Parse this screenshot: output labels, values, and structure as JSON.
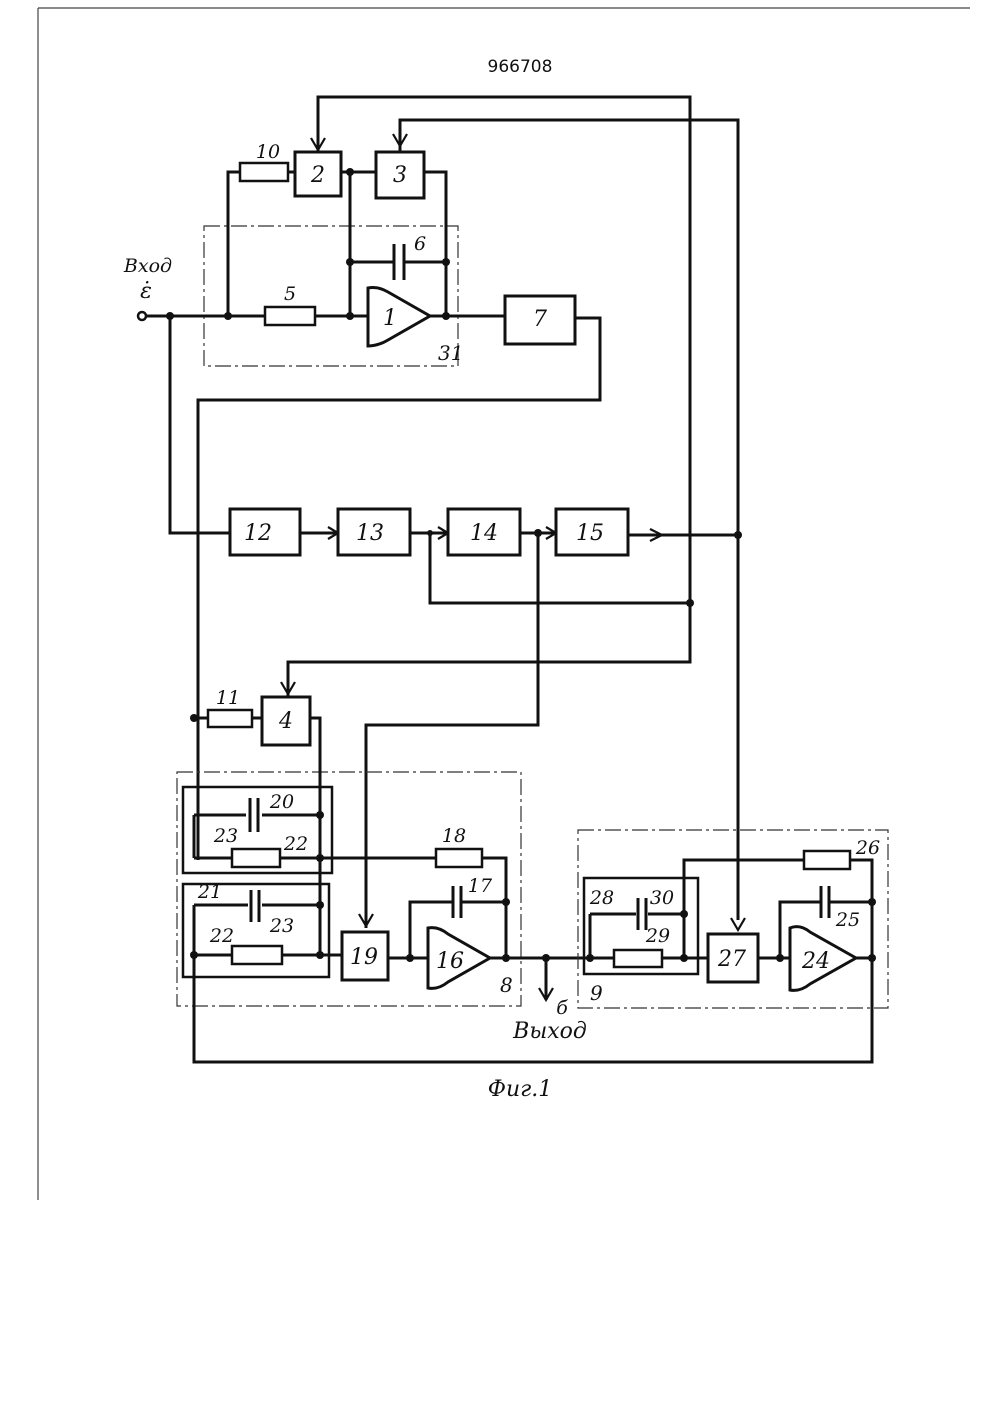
{
  "header": {
    "patent_number": "966708"
  },
  "labels": {
    "input_word": "Вход",
    "input_symbol": "ε̇",
    "output_word": "Выход",
    "output_symbol": "б",
    "figure_caption": "Фиг.1"
  },
  "blocks": {
    "b1": "1",
    "b2": "2",
    "b3": "3",
    "b4": "4",
    "b7": "7",
    "b12": "12",
    "b13": "13",
    "b14": "14",
    "b15": "15",
    "b16": "16",
    "b19": "19",
    "b24": "24",
    "b27": "27"
  },
  "components": {
    "c5": "5",
    "c6": "6",
    "c10": "10",
    "c11": "11",
    "c17": "17",
    "c18": "18",
    "c20": "20",
    "c21": "21",
    "c22a": "22",
    "c22b": "22",
    "c23a": "23",
    "c23b": "23",
    "c25": "25",
    "c26": "26",
    "c28": "28",
    "c29": "29",
    "c30": "30"
  },
  "groups": {
    "g8": "8",
    "g9": "9",
    "g31": "31"
  }
}
